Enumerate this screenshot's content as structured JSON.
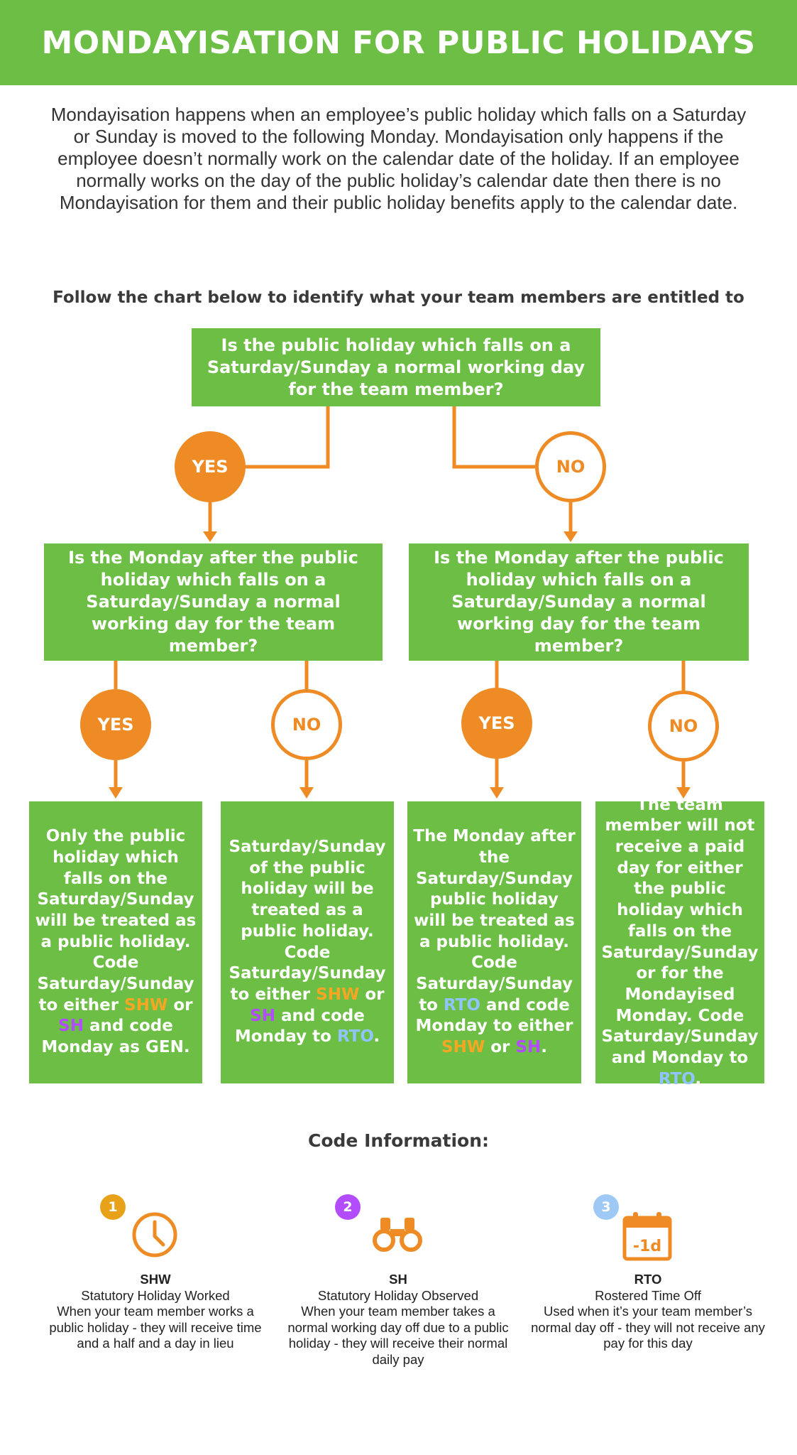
{
  "title": "MONDAYISATION FOR PUBLIC HOLIDAYS",
  "intro": "Mondayisation happens when an employee’s public holiday which falls on a Saturday or Sunday is moved to the following Monday. Mondayisation only happens if the employee doesn’t normally work on the calendar date of the holiday. If an employee normally works on the day of the public holiday’s calendar date then there is no Mondayisation for them and their public holiday benefits apply to the calendar date.",
  "subtitle": "Follow the chart below to identify what your team members are entitled to",
  "colors": {
    "green": "#6cbe45",
    "orange": "#ee8b24",
    "shw": "#f6a623",
    "sh": "#b34cff",
    "rto": "#8fc5ff"
  },
  "flowchart": {
    "root_question": "Is the public holiday which falls on a Saturday/Sunday a normal working day for the team member?",
    "branch_yes_label": "YES",
    "branch_no_label": "NO",
    "question_left": "Is the Monday after the public holiday which falls on a Saturday/Sunday a normal working day for the team member?",
    "question_right": "Is the Monday after the public holiday which falls on a Saturday/Sunday a normal working day for the team member?",
    "outcome_labels": [
      "YES",
      "NO",
      "YES",
      "NO"
    ],
    "outcomes": [
      {
        "a": "Only the public holiday which falls on the Saturday/Sunday will be treated as a public holiday. Code Saturday/Sunday to either ",
        "c1": "SHW",
        "b": " or ",
        "c2": "SH",
        "d": " and code Monday as GEN."
      },
      {
        "a": "Saturday/Sunday of the public holiday will be treated as a public holiday. Code Saturday/Sunday to either ",
        "c1": "SHW",
        "b": " or ",
        "c2": "SH",
        "c": " and code Monday to ",
        "c3": "RTO",
        "d": "."
      },
      {
        "a": "The Monday after the Saturday/Sunday public holiday will be treated as a public holiday. Code Saturday/Sunday to ",
        "c3": "RTO",
        "b": " and code Monday to either ",
        "c1": "SHW",
        "c": " or ",
        "c2": "SH",
        "d": "."
      },
      {
        "a": "The team member will not receive a paid day for either the public holiday which falls on the Saturday/Sunday or for the Mondayised Monday. Code Saturday/Sunday and Monday to ",
        "c3": "RTO",
        "d": "."
      }
    ]
  },
  "codes_title": "Code Information:",
  "codes": [
    {
      "number": "1",
      "icon": "clock-icon",
      "color": "#e8a21a",
      "code": "SHW",
      "name": "Statutory Holiday Worked",
      "description": "When your team member works a public holiday - they will receive time and a half and a day in lieu"
    },
    {
      "number": "2",
      "icon": "binoculars-icon",
      "color": "#b34cff",
      "code": "SH",
      "name": "Statutory Holiday Observed",
      "description": "When your team member takes a normal working day off due to a public holiday - they will receive their normal daily pay"
    },
    {
      "number": "3",
      "icon": "calendar-icon",
      "color": "#9ec9f5",
      "code": "RTO",
      "name": "Rostered Time Off",
      "description": "Used when it’s your team member’s normal day off - they will not receive any pay for this day",
      "icon_text": "-1d"
    }
  ]
}
